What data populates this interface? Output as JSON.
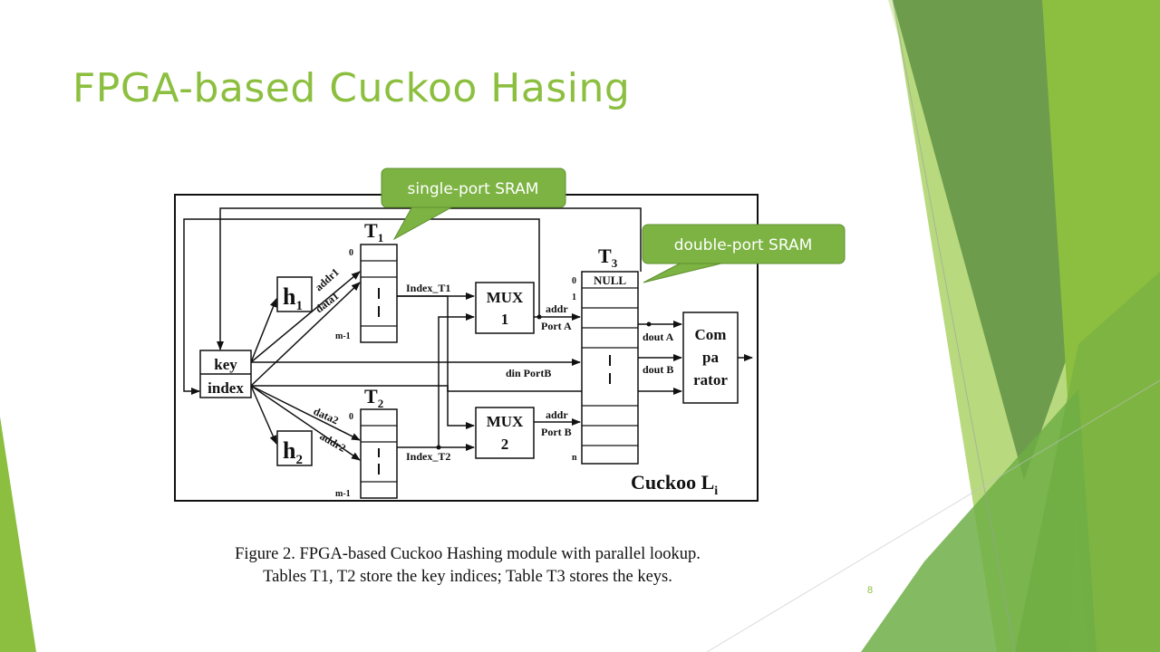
{
  "slide": {
    "title": "FPGA-based Cuckoo Hasing",
    "page_number": "8",
    "accent_color": "#8cbf3f"
  },
  "callouts": {
    "single_port": "single-port SRAM",
    "double_port": "double-port SRAM"
  },
  "diagram": {
    "t1": "T",
    "t1_sub": "1",
    "t2": "T",
    "t2_sub": "2",
    "t3": "T",
    "t3_sub": "3",
    "h1": "h",
    "h1_sub": "1",
    "h2": "h",
    "h2_sub": "2",
    "key": "key",
    "index": "index",
    "mux1_line1": "MUX",
    "mux1_line2": "1",
    "mux2_line1": "MUX",
    "mux2_line2": "2",
    "comparator_line1": "Com",
    "comparator_line2": "pa",
    "comparator_line3": "rator",
    "null": "NULL",
    "row0": "0",
    "row1": "1",
    "rowm1": "m-1",
    "rown": "n",
    "addr1": "addr1",
    "data1": "data1",
    "addr2": "addr2",
    "data2": "data2",
    "index_t1": "Index_T1",
    "index_t2": "Index_T2",
    "addr": "addr",
    "port_a": "Port A",
    "port_b": "Port B",
    "din_portb": "din PortB",
    "dout_a": "dout A",
    "dout_b": "dout B",
    "cuckoo": "Cuckoo L",
    "cuckoo_sub": "i"
  },
  "caption": {
    "line1": "Figure 2.    FPGA-based Cuckoo Hashing module with parallel lookup.",
    "line2": "Tables T1, T2 store the key indices; Table T3 stores the keys."
  }
}
